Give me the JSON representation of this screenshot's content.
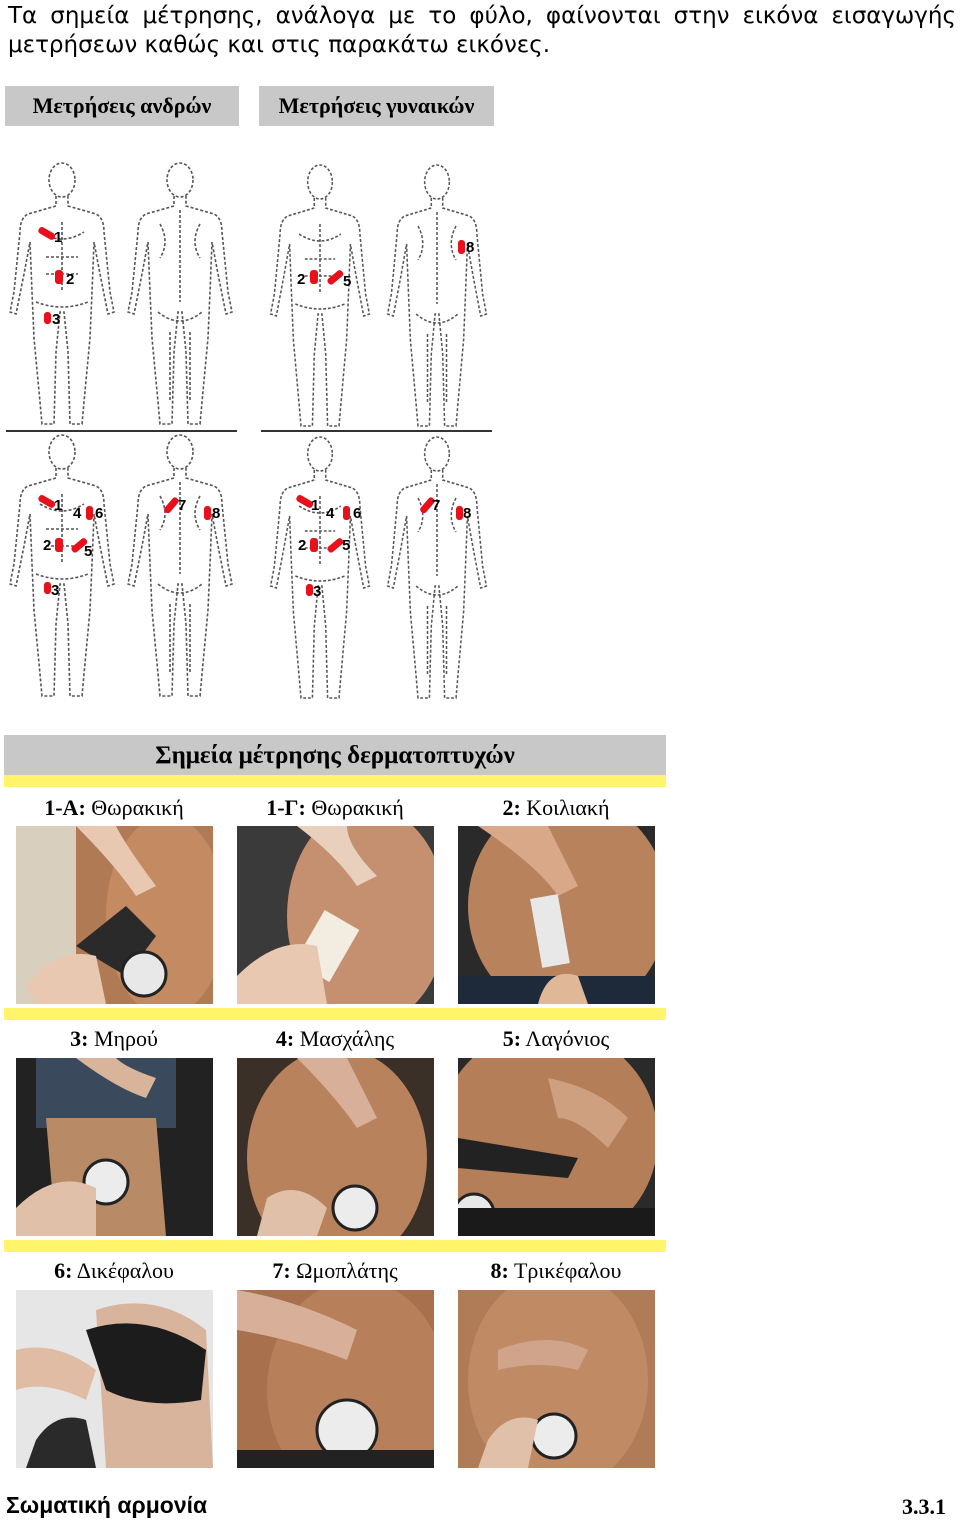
{
  "intro": {
    "line1": "Τα σημεία μέτρησης, ανάλογα με το φύλο, φαίνονται στην εικόνα εισαγωγής",
    "line2": "μετρήσεων καθώς και στις παρακάτω εικόνες."
  },
  "tabs": {
    "men": "Μετρήσεις ανδρών",
    "women": "Μετρήσεις γυναικών"
  },
  "figures": {
    "men_top_labels": [
      "1",
      "2",
      "3"
    ],
    "men_bottom_labels": [
      "1",
      "4",
      "6",
      "2",
      "5",
      "3",
      "7",
      "8"
    ],
    "women_top_labels": [
      "2",
      "5",
      "8"
    ],
    "women_bottom_labels": [
      "1",
      "4",
      "6",
      "2",
      "5",
      "3",
      "7",
      "8"
    ]
  },
  "section": {
    "title": "Σημεία μέτρησης δερματοπτυχών"
  },
  "sites": [
    {
      "code": "1-Α:",
      "name": "Θωρακική"
    },
    {
      "code": "1-Γ:",
      "name": "Θωρακική"
    },
    {
      "code": "2:",
      "name": "Κοιλιακή"
    },
    {
      "code": "3:",
      "name": "Μηρού"
    },
    {
      "code": "4:",
      "name": "Μασχάλης"
    },
    {
      "code": "5:",
      "name": "Λαγόνιος"
    },
    {
      "code": "6:",
      "name": "Δικέφαλου"
    },
    {
      "code": "7:",
      "name": "Ωμοπλάτης"
    },
    {
      "code": "8:",
      "name": "Τρικέφαλου"
    }
  ],
  "colors": {
    "marker": "#e8101a",
    "tab_bg": "#c8c8c8",
    "divider": "#fff46a"
  },
  "footer": {
    "title": "Σωματική αρμονία",
    "page": "3.3.1"
  }
}
